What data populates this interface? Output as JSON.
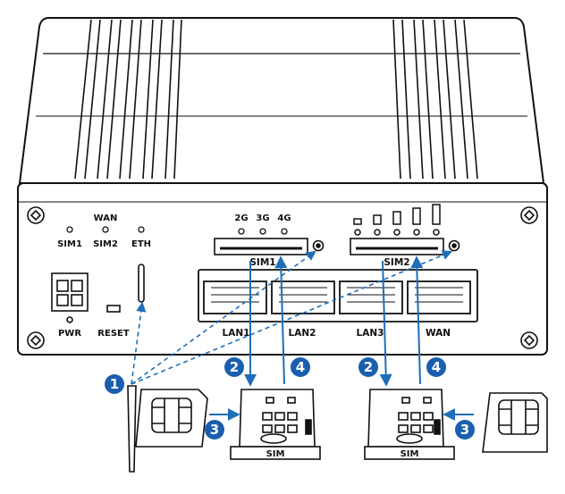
{
  "panel_labels": {
    "wan": "WAN",
    "sim1": "SIM1",
    "sim2": "SIM2",
    "eth": "ETH",
    "g2": "2G",
    "g3": "3G",
    "g4": "4G",
    "pwr": "PWR",
    "reset": "RESET",
    "slot_sim1": "SIM1",
    "slot_sim2": "SIM2",
    "lan1": "LAN1",
    "lan2": "LAN2",
    "lan3": "LAN3",
    "wan_port": "WAN"
  },
  "callouts": {
    "step1": "1",
    "step2": "2",
    "step3": "3",
    "step4": "4"
  },
  "tray_labels": {
    "tray1": "SIM",
    "tray2": "SIM"
  },
  "colors": {
    "outline": "#111111",
    "arrow": "#1f6eb8",
    "callout_fill": "#1a5fae",
    "background": "#ffffff"
  }
}
